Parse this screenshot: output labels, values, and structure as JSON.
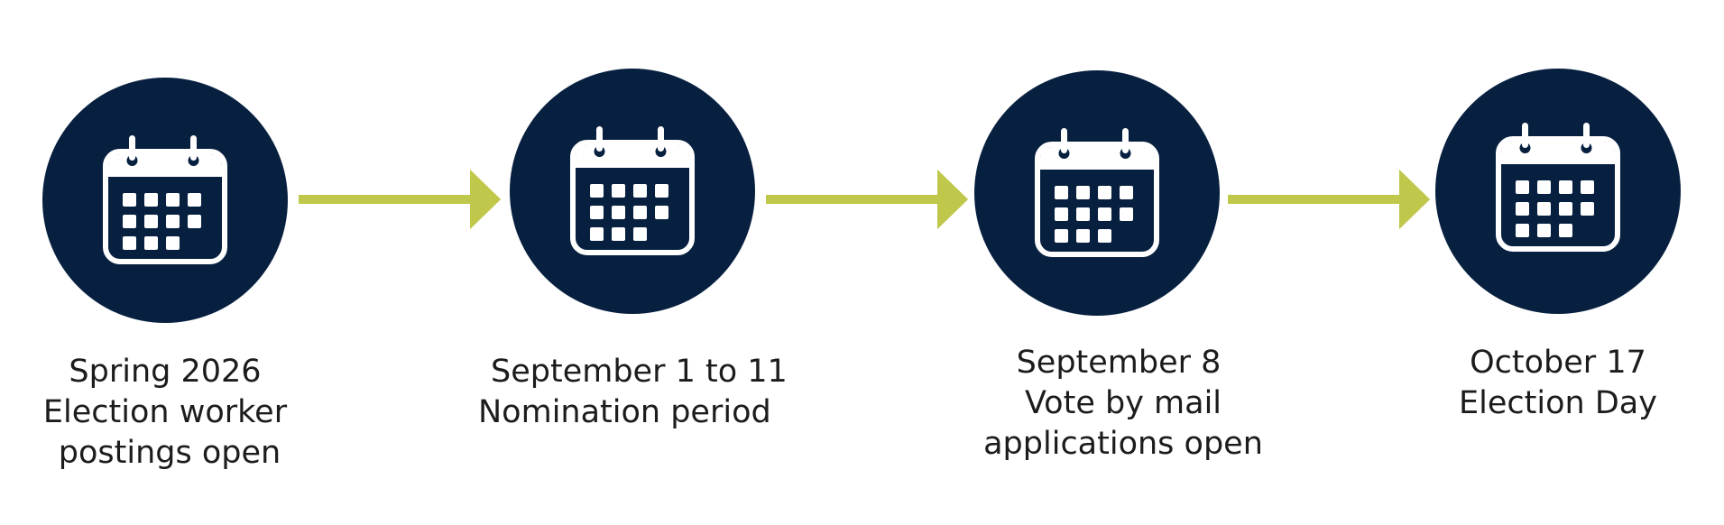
{
  "colors": {
    "circle": "#082040",
    "arrow": "#bfc84a",
    "icon": "#ffffff",
    "text": "#1c1c1c"
  },
  "steps": [
    {
      "icon": "calendar-icon",
      "date": "Spring 2026",
      "line2": "Election worker",
      "line3": "postings open"
    },
    {
      "icon": "calendar-icon",
      "date": "September 1 to 11",
      "line2": "Nomination period"
    },
    {
      "icon": "calendar-icon",
      "date": "September 8",
      "line2": "Vote by mail",
      "line3": "applications open"
    },
    {
      "icon": "calendar-icon",
      "date": "October 17",
      "line2": "Election Day"
    }
  ]
}
